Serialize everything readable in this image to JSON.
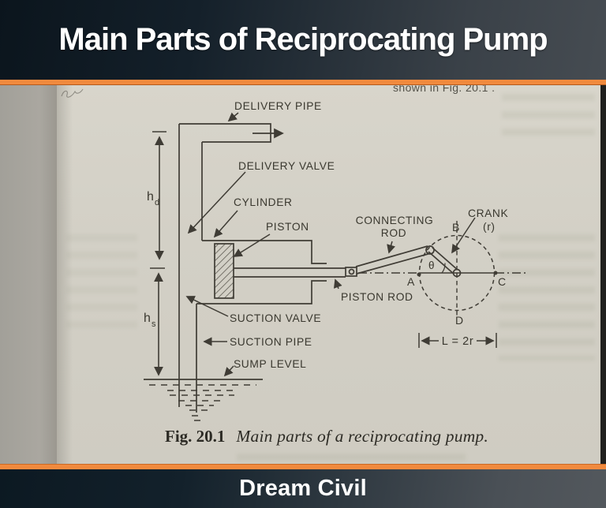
{
  "header": {
    "title": "Main Parts of Reciprocating Pump"
  },
  "footer": {
    "brand": "Dream Civil"
  },
  "page": {
    "top_partial_text": "shown in Fig. 20.1 .",
    "caption": {
      "fig_label": "Fig. 20.1",
      "fig_title": "Main parts of a reciprocating pump."
    }
  },
  "diagram": {
    "labels": {
      "delivery_pipe": "DELIVERY PIPE",
      "delivery_valve": "DELIVERY VALVE",
      "cylinder": "CYLINDER",
      "piston": "PISTON",
      "connecting_rod_line1": "CONNECTING",
      "connecting_rod_line2": "ROD",
      "crank": "CRANK",
      "crank_radius": "(r)",
      "piston_rod": "PISTON ROD",
      "suction_valve": "SUCTION VALVE",
      "suction_pipe": "SUCTION PIPE",
      "sump_level": "SUMP LEVEL",
      "head_delivery_main": "h",
      "head_delivery_sub": "d",
      "head_suction_main": "h",
      "head_suction_sub": "s",
      "point_a": "A",
      "point_b": "B",
      "point_c": "C",
      "point_d": "D",
      "theta": "θ",
      "stroke_length": "L = 2r"
    },
    "colors": {
      "ink": "#3f3c35",
      "paper": "#d4d1c7",
      "accent_orange": "#f18a3e",
      "header_dark": "#0b151d"
    }
  }
}
